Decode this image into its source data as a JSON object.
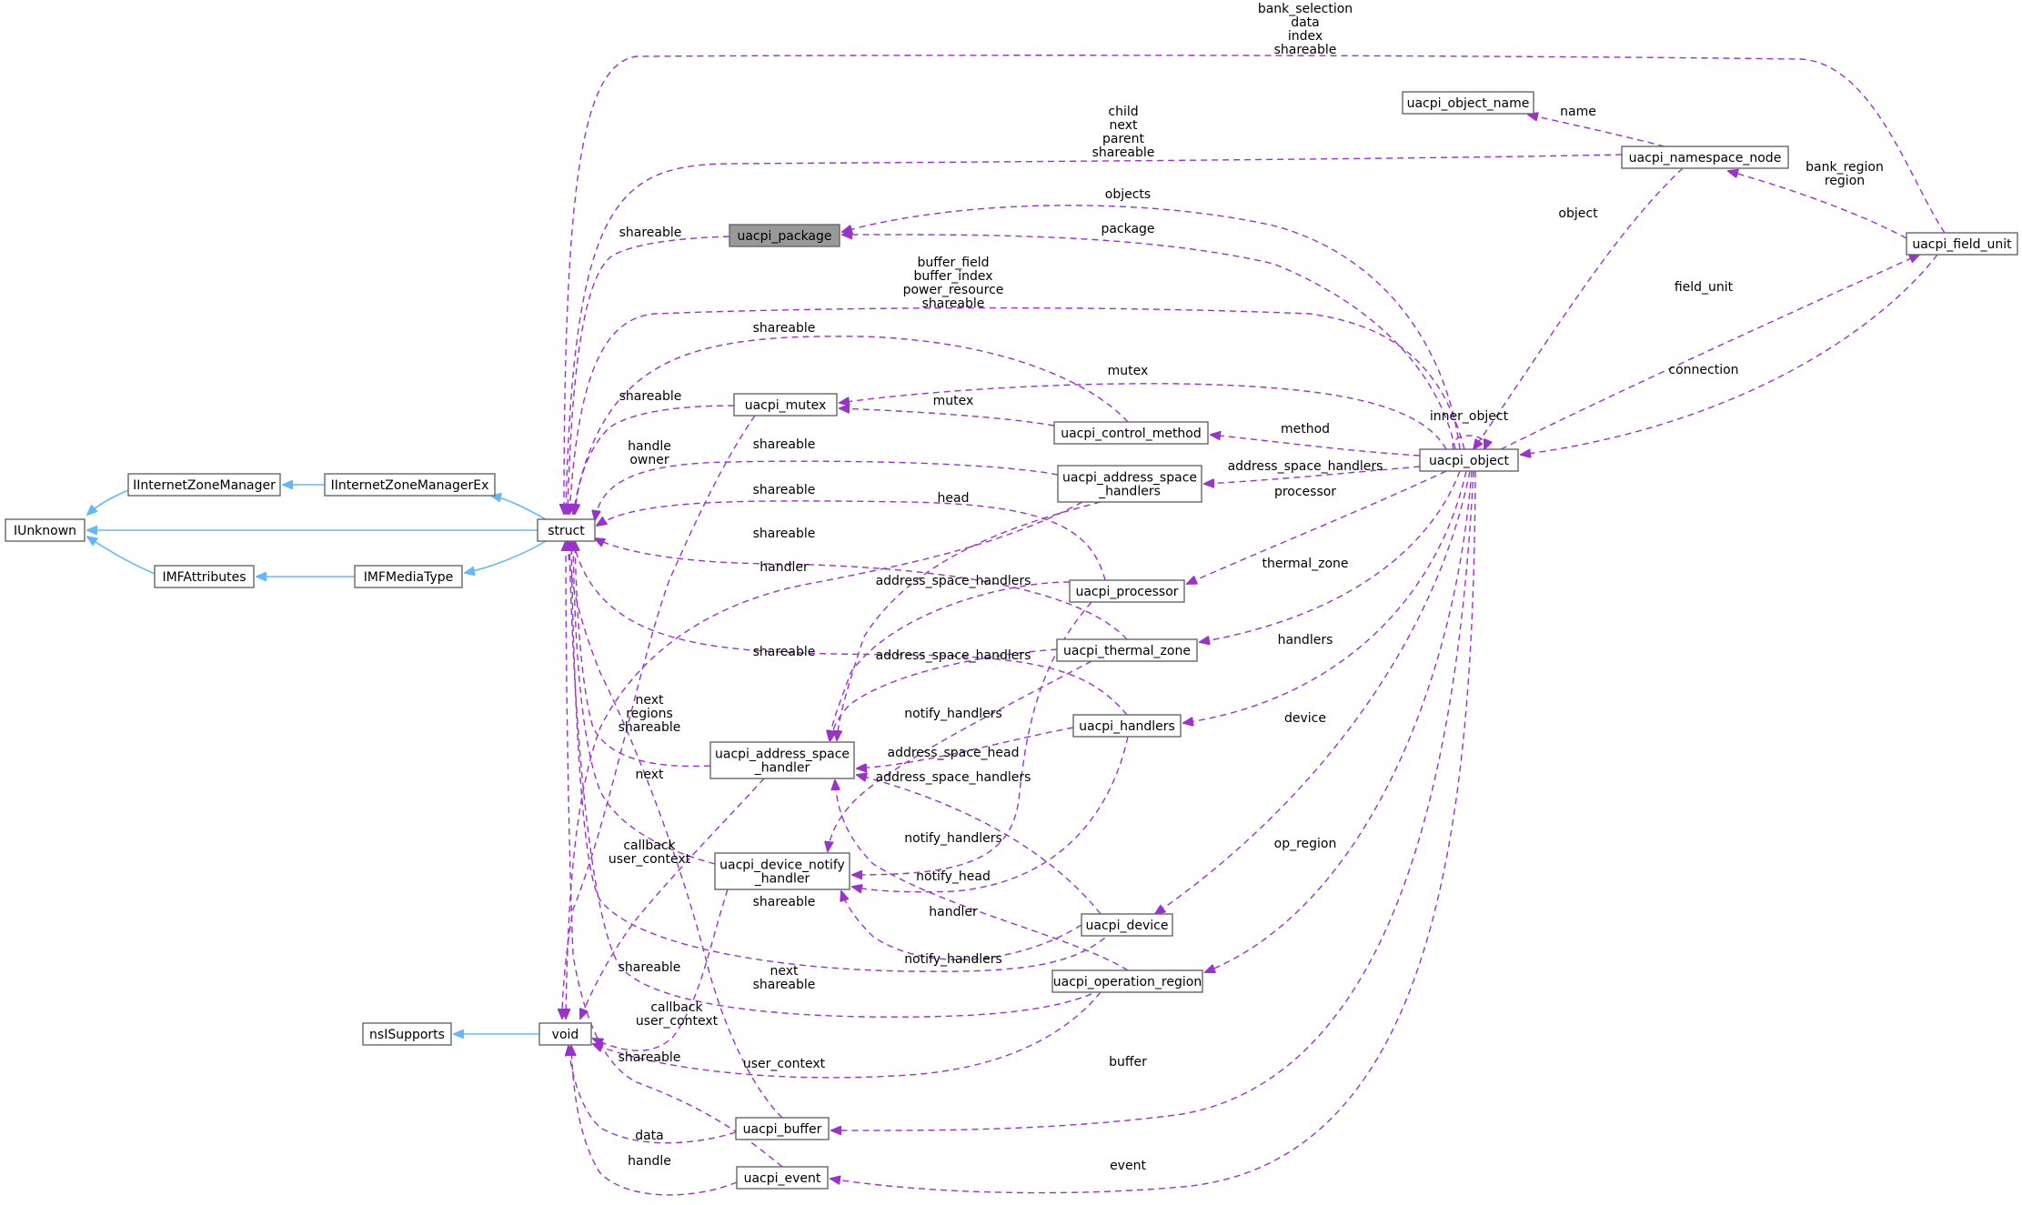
{
  "colors": {
    "inheritance": "#63b8ff",
    "usage": "#9a32cd",
    "highlight_fill": "#999999",
    "node_border": "#666666"
  },
  "nodes": [
    {
      "id": "IUnknown",
      "label": "IUnknown"
    },
    {
      "id": "IInternetZoneManager",
      "label": "IInternetZoneManager"
    },
    {
      "id": "IInternetZoneManagerEx",
      "label": "IInternetZoneManagerEx"
    },
    {
      "id": "IMFAttributes",
      "label": "IMFAttributes"
    },
    {
      "id": "IMFMediaType",
      "label": "IMFMediaType"
    },
    {
      "id": "struct",
      "label": "struct"
    },
    {
      "id": "nsISupports",
      "label": "nsISupports"
    },
    {
      "id": "void",
      "label": "void"
    },
    {
      "id": "uacpi_package",
      "label": "uacpi_package"
    },
    {
      "id": "uacpi_mutex",
      "label": "uacpi_mutex"
    },
    {
      "id": "uacpi_control_method",
      "label": "uacpi_control_method"
    },
    {
      "id": "uacpi_address_space_handlers",
      "label": "uacpi_address_space\n_handlers"
    },
    {
      "id": "uacpi_processor",
      "label": "uacpi_processor"
    },
    {
      "id": "uacpi_thermal_zone",
      "label": "uacpi_thermal_zone"
    },
    {
      "id": "uacpi_handlers",
      "label": "uacpi_handlers"
    },
    {
      "id": "uacpi_address_space_handler",
      "label": "uacpi_address_space\n_handler"
    },
    {
      "id": "uacpi_device_notify_handler",
      "label": "uacpi_device_notify\n_handler"
    },
    {
      "id": "uacpi_device",
      "label": "uacpi_device"
    },
    {
      "id": "uacpi_operation_region",
      "label": "uacpi_operation_region"
    },
    {
      "id": "uacpi_buffer",
      "label": "uacpi_buffer"
    },
    {
      "id": "uacpi_event",
      "label": "uacpi_event"
    },
    {
      "id": "uacpi_object",
      "label": "uacpi_object"
    },
    {
      "id": "uacpi_object_name",
      "label": "uacpi_object_name"
    },
    {
      "id": "uacpi_namespace_node",
      "label": "uacpi_namespace_node"
    },
    {
      "id": "uacpi_field_unit",
      "label": "uacpi_field_unit"
    }
  ],
  "inheritance_edges": [
    {
      "from": "IInternetZoneManager",
      "to": "IUnknown"
    },
    {
      "from": "IMFAttributes",
      "to": "IUnknown"
    },
    {
      "from": "struct",
      "to": "IUnknown"
    },
    {
      "from": "IInternetZoneManagerEx",
      "to": "IInternetZoneManager"
    },
    {
      "from": "IMFMediaType",
      "to": "IMFAttributes"
    },
    {
      "from": "struct",
      "to": "IInternetZoneManagerEx"
    },
    {
      "from": "struct",
      "to": "IMFMediaType"
    },
    {
      "from": "void",
      "to": "nsISupports"
    }
  ],
  "usage_edges": [
    {
      "id": "e1",
      "from": "uacpi_field_unit",
      "to": "struct",
      "label": "bank_selection\ndata\nindex\nshareable"
    },
    {
      "id": "e2",
      "from": "uacpi_namespace_node",
      "to": "struct",
      "label": "child\nnext\nparent\nshareable"
    },
    {
      "id": "e3",
      "from": "uacpi_package",
      "to": "struct",
      "label": "shareable"
    },
    {
      "id": "e4",
      "from": "uacpi_object",
      "to": "struct",
      "label": "buffer_field\nbuffer_index\npower_resource\nshareable"
    },
    {
      "id": "e5",
      "from": "uacpi_control_method",
      "to": "struct",
      "label": "shareable"
    },
    {
      "id": "e6",
      "from": "uacpi_mutex",
      "to": "struct",
      "label": "shareable"
    },
    {
      "id": "e7",
      "from": "uacpi_address_space_handlers",
      "to": "struct",
      "label": "shareable"
    },
    {
      "id": "e8",
      "from": "uacpi_processor",
      "to": "struct",
      "label": "shareable"
    },
    {
      "id": "e9",
      "from": "uacpi_thermal_zone",
      "to": "struct",
      "label": "shareable"
    },
    {
      "id": "e10",
      "from": "uacpi_handlers",
      "to": "struct",
      "label": "shareable"
    },
    {
      "id": "e11",
      "from": "uacpi_address_space_handler",
      "to": "struct",
      "label": "next\nregions\nshareable"
    },
    {
      "id": "e12",
      "from": "uacpi_device_notify_handler",
      "to": "struct",
      "label": "next"
    },
    {
      "id": "e13",
      "from": "uacpi_device",
      "to": "struct",
      "label": "shareable"
    },
    {
      "id": "e14",
      "from": "uacpi_operation_region",
      "to": "struct",
      "label": "next\nshareable"
    },
    {
      "id": "e15",
      "from": "uacpi_buffer",
      "to": "struct",
      "label": "shareable"
    },
    {
      "id": "e16",
      "from": "uacpi_event",
      "to": "struct",
      "label": "shareable"
    },
    {
      "id": "e17",
      "from": "uacpi_mutex",
      "to": "void",
      "label": "handle\nowner"
    },
    {
      "id": "e18",
      "from": "uacpi_address_space_handlers",
      "to": "void",
      "label": "handler"
    },
    {
      "id": "e19",
      "from": "uacpi_address_space_handler",
      "to": "void",
      "label": "callback\nuser_context"
    },
    {
      "id": "e20",
      "from": "uacpi_device_notify_handler",
      "to": "void",
      "label": "callback\nuser_context"
    },
    {
      "id": "e21",
      "from": "uacpi_operation_region",
      "to": "void",
      "label": "user_context"
    },
    {
      "id": "e22",
      "from": "uacpi_buffer",
      "to": "void",
      "label": "data"
    },
    {
      "id": "e23",
      "from": "uacpi_event",
      "to": "void",
      "label": "handle"
    },
    {
      "id": "e24",
      "from": "uacpi_object",
      "to": "uacpi_package",
      "label": "objects"
    },
    {
      "id": "e25",
      "from": "uacpi_object",
      "to": "uacpi_package",
      "label": "package"
    },
    {
      "id": "e26",
      "from": "uacpi_object",
      "to": "uacpi_mutex",
      "label": "mutex"
    },
    {
      "id": "e27",
      "from": "uacpi_control_method",
      "to": "uacpi_mutex",
      "label": "mutex"
    },
    {
      "id": "e28",
      "from": "uacpi_object",
      "to": "uacpi_control_method",
      "label": "method"
    },
    {
      "id": "e29",
      "from": "uacpi_object",
      "to": "uacpi_address_space_handlers",
      "label": "address_space_handlers"
    },
    {
      "id": "e30",
      "from": "uacpi_object",
      "to": "uacpi_processor",
      "label": "processor"
    },
    {
      "id": "e31",
      "from": "uacpi_object",
      "to": "uacpi_thermal_zone",
      "label": "thermal_zone"
    },
    {
      "id": "e32",
      "from": "uacpi_object",
      "to": "uacpi_handlers",
      "label": "handlers"
    },
    {
      "id": "e33",
      "from": "uacpi_object",
      "to": "uacpi_device",
      "label": "device"
    },
    {
      "id": "e34",
      "from": "uacpi_object",
      "to": "uacpi_operation_region",
      "label": "op_region"
    },
    {
      "id": "e35",
      "from": "uacpi_object",
      "to": "uacpi_buffer",
      "label": "buffer"
    },
    {
      "id": "e36",
      "from": "uacpi_object",
      "to": "uacpi_event",
      "label": "event"
    },
    {
      "id": "e37",
      "from": "uacpi_object",
      "to": "uacpi_object",
      "label": "inner_object"
    },
    {
      "id": "e38",
      "from": "uacpi_object",
      "to": "uacpi_field_unit",
      "label": "field_unit"
    },
    {
      "id": "e39",
      "from": "uacpi_field_unit",
      "to": "uacpi_object",
      "label": "connection"
    },
    {
      "id": "e40",
      "from": "uacpi_field_unit",
      "to": "uacpi_namespace_node",
      "label": "bank_region\nregion"
    },
    {
      "id": "e41",
      "from": "uacpi_namespace_node",
      "to": "uacpi_object_name",
      "label": "name"
    },
    {
      "id": "e42",
      "from": "uacpi_namespace_node",
      "to": "uacpi_object",
      "label": "object"
    },
    {
      "id": "e43",
      "from": "uacpi_processor",
      "to": "uacpi_address_space_handler",
      "label": "address_space_handlers"
    },
    {
      "id": "e44",
      "from": "uacpi_thermal_zone",
      "to": "uacpi_address_space_handler",
      "label": "address_space_handlers"
    },
    {
      "id": "e45",
      "from": "uacpi_handlers",
      "to": "uacpi_address_space_handler",
      "label": "address_space_head"
    },
    {
      "id": "e46",
      "from": "uacpi_device",
      "to": "uacpi_address_space_handler",
      "label": "address_space_handlers"
    },
    {
      "id": "e47",
      "from": "uacpi_operation_region",
      "to": "uacpi_address_space_handler",
      "label": "handler"
    },
    {
      "id": "e48",
      "from": "uacpi_address_space_handlers",
      "to": "uacpi_address_space_handler",
      "label": "head"
    },
    {
      "id": "e49",
      "from": "uacpi_thermal_zone",
      "to": "uacpi_device_notify_handler",
      "label": "notify_handlers"
    },
    {
      "id": "e50",
      "from": "uacpi_processor",
      "to": "uacpi_device_notify_handler",
      "label": "notify_handlers"
    },
    {
      "id": "e51",
      "from": "uacpi_handlers",
      "to": "uacpi_device_notify_handler",
      "label": "notify_head"
    },
    {
      "id": "e52",
      "from": "uacpi_device",
      "to": "uacpi_device_notify_handler",
      "label": "notify_handlers"
    }
  ]
}
